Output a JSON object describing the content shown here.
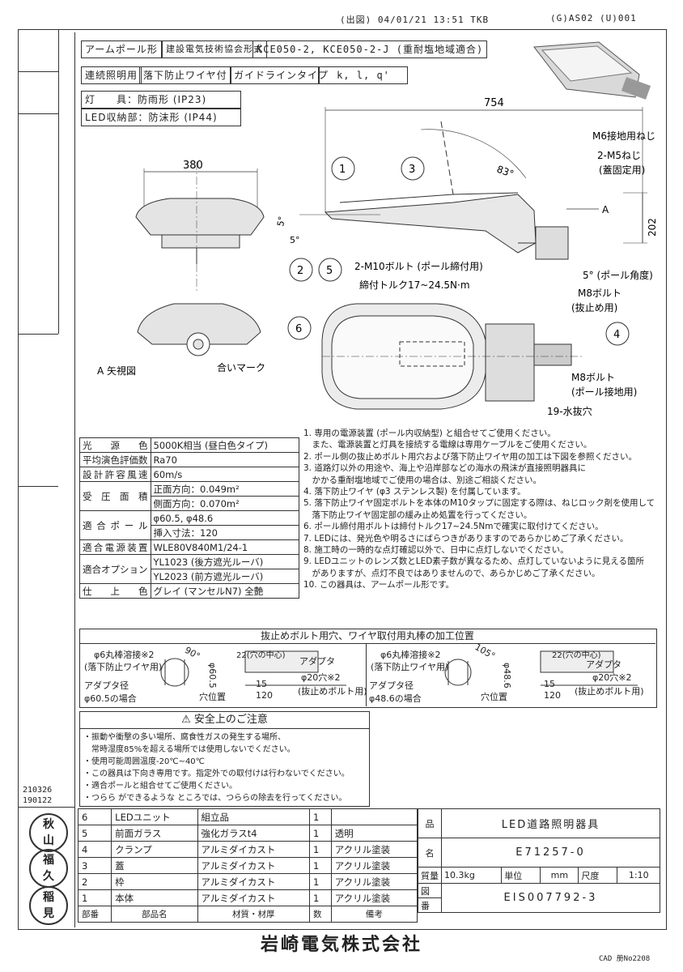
{
  "header": {
    "meta": "(出図) 04/01/21 13:51 TKB",
    "code": "(G)AS02 (U)001"
  },
  "top_boxes": {
    "arm_pole": "アームポール形",
    "assoc": "建設電気技術協会形式",
    "model": "KCE050-2, KCE050-2-J (重耐塩地域適合)",
    "continuous": "連続照明用",
    "wire": "落下防止ワイヤ付",
    "guideline": "ガイドラインタイプ",
    "types": "k, l, q'",
    "lamp_body": "灯　　具：防雨形 (IP23)",
    "led_housing": "LED収納部：防沫形 (IP44)"
  },
  "drawing": {
    "dim_754": "754",
    "dim_380": "380",
    "dim_202": "202",
    "angle_83": "83°",
    "angle_5a": "5°",
    "angle_5b": "5°",
    "m6": "M6接地用ねじ",
    "m5": "2-M5ねじ",
    "m5_sub": "(蓋固定用)",
    "arrow_a": "A",
    "pole_angle": "5° (ポール角度)",
    "m10": "2-M10ボルト (ポール締付用)",
    "torque": "締付トルク17~24.5N·m",
    "m8a": "M8ボルト",
    "m8a_sub": "(抜止め用)",
    "m8b": "M8ボルト",
    "m8b_sub": "(ポール接地用)",
    "drain": "19-水抜穴",
    "view_a": "A 矢視図",
    "mark": "合いマーク",
    "callouts": [
      "1",
      "2",
      "3",
      "4",
      "5",
      "6"
    ]
  },
  "spec": [
    {
      "k": "光源色",
      "v": "5000K相当 (昼白色タイプ)"
    },
    {
      "k": "平均演色評価数",
      "v": "Ra70"
    },
    {
      "k": "設計許容風速",
      "v": "60m/s"
    },
    {
      "k": "受圧面積",
      "v": "正面方向：0.049m²",
      "v2": "側面方向：0.070m²"
    },
    {
      "k": "適合ポール",
      "v": "φ60.5, φ48.6",
      "v2": "挿入寸法：120"
    },
    {
      "k": "適合電源装置",
      "v": "WLE80V840M1/24-1"
    },
    {
      "k": "適合オプション",
      "v": "YL1023 (後方遮光ルーバ)",
      "v2": "YL2023 (前方遮光ルーバ)"
    },
    {
      "k": "仕上色",
      "v": "グレイ (マンセルN7) 全艶"
    }
  ],
  "notes": [
    "1. 専用の電源装置 (ポール内収納型) と組合せてご使用ください。",
    "　また、電源装置と灯具を接続する電線は専用ケーブルをご使用ください。",
    "2. ポール側の抜止めボルト用穴および落下防止ワイヤ用の加工は下図を参照ください。",
    "3. 道路灯以外の用途や、海上や沿岸部などの海水の飛沫が直接照明器具に",
    "　かかる重耐塩地域でご使用の場合は、別途ご相談ください。",
    "4. 落下防止ワイヤ (φ3 ステンレス製) を付属しています。",
    "5. 落下防止ワイヤ固定ボルトを本体のM10タップに固定する際は、ねじロック剤を使用して",
    "　落下防止ワイヤ固定部の緩み止め処置を行ってください。",
    "6. ポール締付用ボルトは締付トルク17~24.5Nmで確実に取付けてください。",
    "7. LEDには、発光色や明るさにばらつきがありますのであらかじめご了承ください。",
    "8. 施工時の一時的な点灯確認以外で、日中に点灯しないでください。",
    "9. LEDユニットのレンズ数とLED素子数が異なるため、点灯していないように見える箇所",
    "　がありますが、点灯不良ではありませんので、あらかじめご了承ください。",
    "10. この器具は、アームポール形です。"
  ],
  "detail": {
    "title": "抜止めボルト用穴、ワイヤ取付用丸棒の加工位置",
    "left": {
      "rod": "φ6丸棒溶接※2",
      "rod_sub": "(落下防止ワイヤ用)",
      "angle": "90°",
      "dim_22": "22(穴の中心)",
      "adapter": "アダプタ",
      "dia": "φ60.5",
      "hole": "φ20穴※2",
      "hole_sub": "(抜止めボルト用)",
      "dim_15": "15",
      "dim_120": "120",
      "hole_pos": "穴位置",
      "adapter_dia": "アダプタ径",
      "case": "φ60.5の場合"
    },
    "right": {
      "rod": "φ6丸棒溶接※2",
      "rod_sub": "(落下防止ワイヤ用)",
      "angle": "105°",
      "dim_22": "22(穴の中心)",
      "adapter": "アダプタ",
      "dia": "φ48.6",
      "hole": "φ20穴※2",
      "hole_sub": "(抜止めボルト用)",
      "dim_15": "15",
      "dim_120": "120",
      "hole_pos": "穴位置",
      "adapter_dia": "アダプタ径",
      "case": "φ48.6の場合"
    }
  },
  "safety": {
    "title": "安全上のご注意",
    "lines": [
      "・振動や衝撃の多い場所、腐食性ガスの発生する場所、",
      "　常時湿度85%を超える場所では使用しないでください。",
      "・使用可能周囲温度-20℃~40℃",
      "・この器具は下向き専用です。指定外での取付けは行わないでください。",
      "・適合ポールと組合せてご使用ください。",
      "・つらら ができるような ところでは、つららの除去を行ってください。"
    ]
  },
  "side_dates": [
    "210326",
    "190122"
  ],
  "stamps": [
    "秋山",
    "福久",
    "稲見"
  ],
  "parts": [
    {
      "no": "6",
      "name": "LEDユニット",
      "mat": "組立品",
      "qty": "1",
      "rem": ""
    },
    {
      "no": "5",
      "name": "前面ガラス",
      "mat": "強化ガラスt4",
      "qty": "1",
      "rem": "透明"
    },
    {
      "no": "4",
      "name": "クランプ",
      "mat": "アルミダイカスト",
      "qty": "1",
      "rem": "アクリル塗装"
    },
    {
      "no": "3",
      "name": "蓋",
      "mat": "アルミダイカスト",
      "qty": "1",
      "rem": "アクリル塗装"
    },
    {
      "no": "2",
      "name": "枠",
      "mat": "アルミダイカスト",
      "qty": "1",
      "rem": "アクリル塗装"
    },
    {
      "no": "1",
      "name": "本体",
      "mat": "アルミダイカスト",
      "qty": "1",
      "rem": "アクリル塗装"
    }
  ],
  "parts_header": {
    "no": "部番",
    "name": "部品名",
    "mat": "材質・材厚",
    "qty": "数",
    "rem": "備考"
  },
  "title_block": {
    "hin": "品",
    "mei": "名",
    "name1": "LED道路照明器具",
    "name2": "E71257-0",
    "mass_label": "質量",
    "mass": "10.3kg",
    "unit_label": "単位",
    "unit": "mm",
    "scale_label": "尺度",
    "scale": "1:10",
    "zu": "図",
    "ban": "番",
    "drawing_no": "EIS007792-3"
  },
  "company": "岩崎電気株式会社",
  "cad": "CAD 册No2208"
}
